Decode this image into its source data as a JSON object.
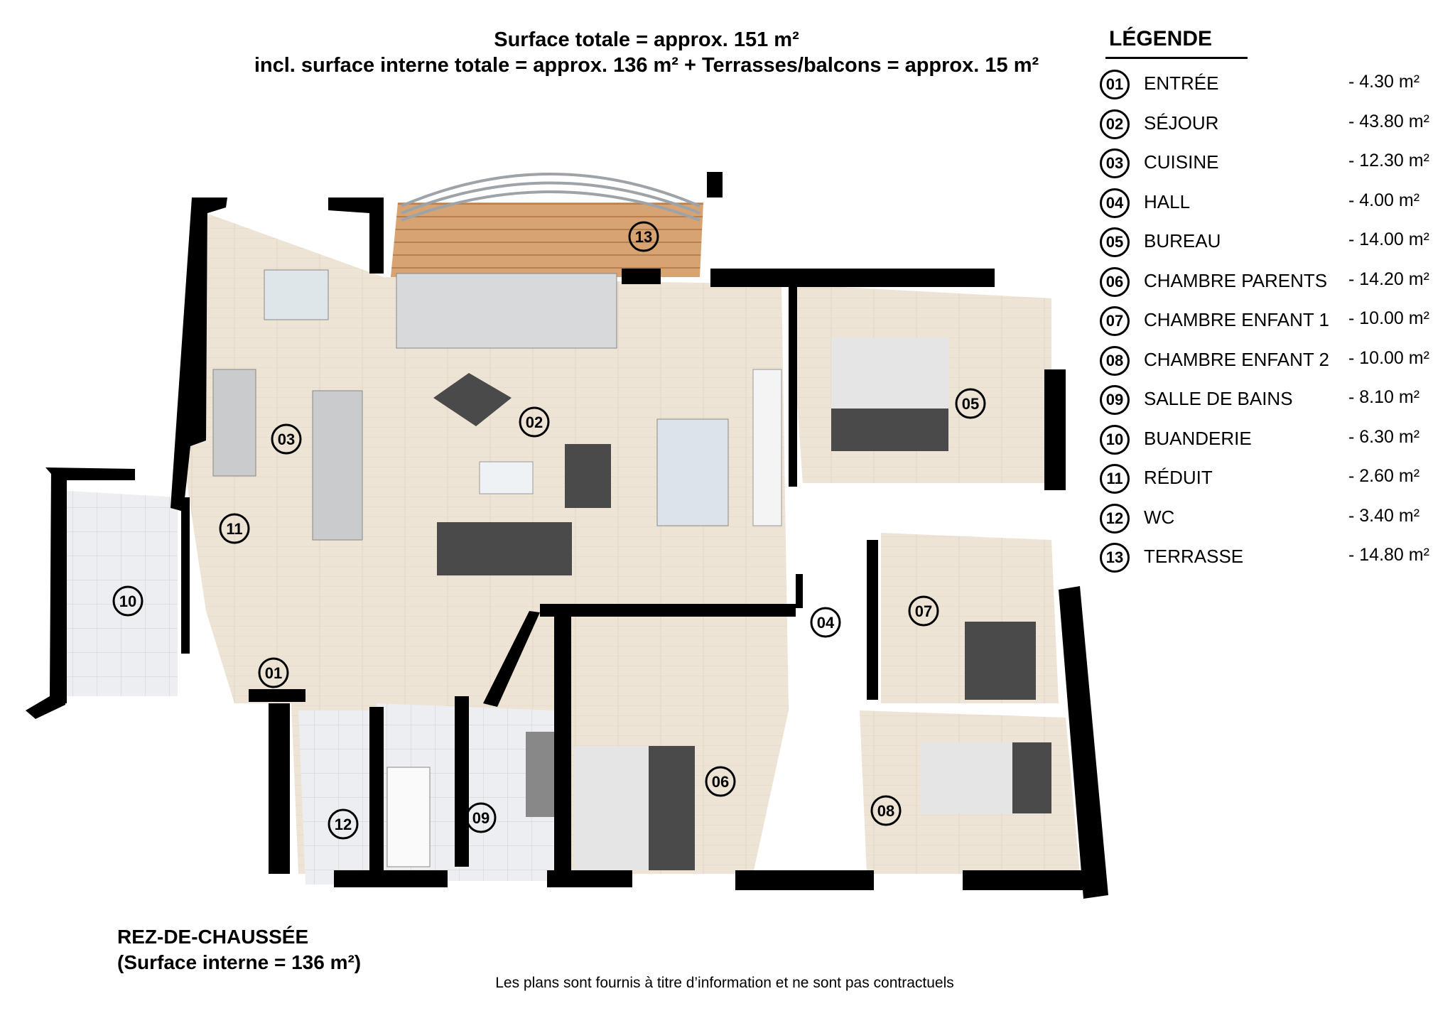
{
  "header": {
    "line1": "Surface totale = approx. 151 m²",
    "line2": "incl. surface interne totale = approx. 136 m² + Terrasses/balcons = approx. 15 m²"
  },
  "legend": {
    "title": "LÉGENDE",
    "items": [
      {
        "num": "01",
        "name": "ENTRÉE",
        "area": "- 4.30 m²"
      },
      {
        "num": "02",
        "name": "SÉJOUR",
        "area": "- 43.80 m²"
      },
      {
        "num": "03",
        "name": "CUISINE",
        "area": "- 12.30 m²"
      },
      {
        "num": "04",
        "name": "HALL",
        "area": "- 4.00 m²"
      },
      {
        "num": "05",
        "name": "BUREAU",
        "area": "- 14.00 m²"
      },
      {
        "num": "06",
        "name": "CHAMBRE PARENTS",
        "area": "- 14.20 m²"
      },
      {
        "num": "07",
        "name": "CHAMBRE ENFANT 1",
        "area": "- 10.00 m²"
      },
      {
        "num": "08",
        "name": "CHAMBRE ENFANT 2",
        "area": "- 10.00 m²"
      },
      {
        "num": "09",
        "name": "SALLE DE BAINS",
        "area": "- 8.10 m²"
      },
      {
        "num": "10",
        "name": "BUANDERIE",
        "area": "- 6.30 m²"
      },
      {
        "num": "11",
        "name": "RÉDUIT",
        "area": "- 2.60 m²"
      },
      {
        "num": "12",
        "name": "WC",
        "area": "- 3.40 m²"
      },
      {
        "num": "13",
        "name": "TERRASSE",
        "area": "- 14.80 m²"
      }
    ]
  },
  "floor": {
    "name": "REZ-DE-CHAUSSÉE",
    "subtitle": "(Surface interne = 136 m²)"
  },
  "disclaimer": "Les plans sont fournis à titre d’information et ne sont pas contractuels",
  "room_markers": [
    "01",
    "02",
    "03",
    "04",
    "05",
    "06",
    "07",
    "08",
    "09",
    "10",
    "11",
    "12",
    "13"
  ],
  "colors": {
    "wall": "#000000",
    "floor_wood": "#ece3d4",
    "floor_tile": "#e9ecef",
    "terrace_deck": "#d49a6a",
    "furniture_dark": "#4a4a4a"
  }
}
